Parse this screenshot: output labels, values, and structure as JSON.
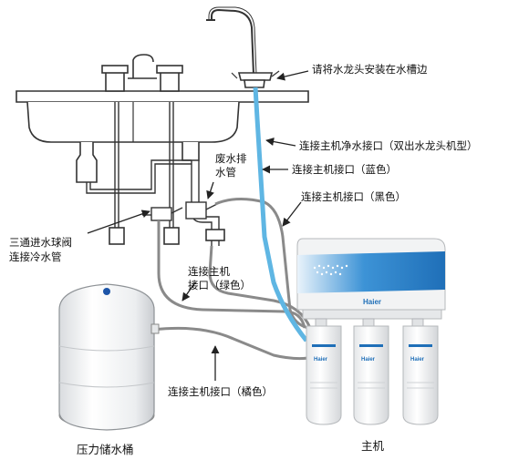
{
  "labels": {
    "faucet": "请将水龙头安装在水槽边",
    "pure_outlet": "连接主机净水接口（双出水龙头机型）",
    "blue_port": "连接主机接口（蓝色）",
    "waste_pipe_line1": "废水排",
    "waste_pipe_line2": "水管",
    "black_port": "连接主机接口（黑色）",
    "valve_line1": "三通进水球阀",
    "valve_line2": "连接冷水管",
    "green_port_line1": "连接主机",
    "green_port_line2": "接口（绿色）",
    "orange_port": "连接主机接口（橘色）",
    "tank": "压力储水桶",
    "unit": "主机"
  },
  "brand": {
    "name": "Haier"
  },
  "colors": {
    "blue_tube": "#5fb6e3",
    "gray_tube": "#8a8a8a",
    "line": "#222222",
    "unit_band": "#2f86cf",
    "white": "#ffffff"
  },
  "icons": [
    "faucet-icon",
    "sink-icon",
    "ball-valve-icon",
    "pressure-tank-icon",
    "filter-unit-icon",
    "arrow-icon"
  ]
}
